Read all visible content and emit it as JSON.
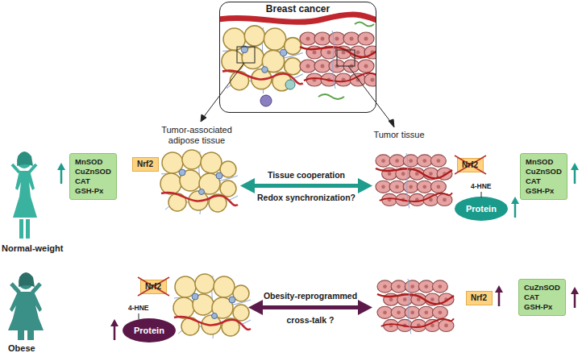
{
  "diagram": {
    "nodes": [
      {
        "text": [
          "Breast cancer"
        ]
      },
      {
        "text": [
          "MnSOD CuZnSOD CAT GSH-Px"
        ]
      },
      {
        "text": [
          "Nrf2"
        ]
      },
      {
        "text": [
          "Nrf2"
        ]
      },
      {
        "text": [
          "4-HNE",
          "Protein"
        ]
      },
      {
        "text": [
          "MnSOD CuZnSOD CAT GSH-Px"
        ]
      },
      {
        "text": [
          "4-HNE",
          "Protein"
        ]
      },
      {
        "text": [
          "Nrf2"
        ]
      },
      {
        "text": [
          "Nrf2"
        ]
      },
      {
        "text": [
          "CuZnSOD CAT GSH-Px"
        ]
      }
    ],
    "labels": [
      "Tumor-associated adipose tissue",
      "Tumor tissue",
      "Tissue cooperation",
      "Redox synchronization?",
      "Obesity-reprogrammed",
      "cross-talk ?",
      "Normal-weight",
      "Obese"
    ]
  }
}
